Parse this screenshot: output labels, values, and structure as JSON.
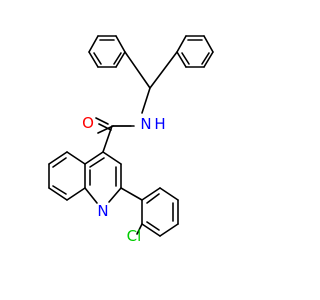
{
  "molecule": {
    "colors": {
      "bond": "#000000",
      "oxygen": "#ff0000",
      "nitrogen": "#0000ff",
      "chlorine": "#00cc00",
      "background": "#ffffff"
    },
    "labels": {
      "oxygen": "O",
      "amide_nitrogen": "N",
      "amide_hydrogen": "H",
      "ring_nitrogen": "N",
      "chlorine": "Cl"
    }
  }
}
